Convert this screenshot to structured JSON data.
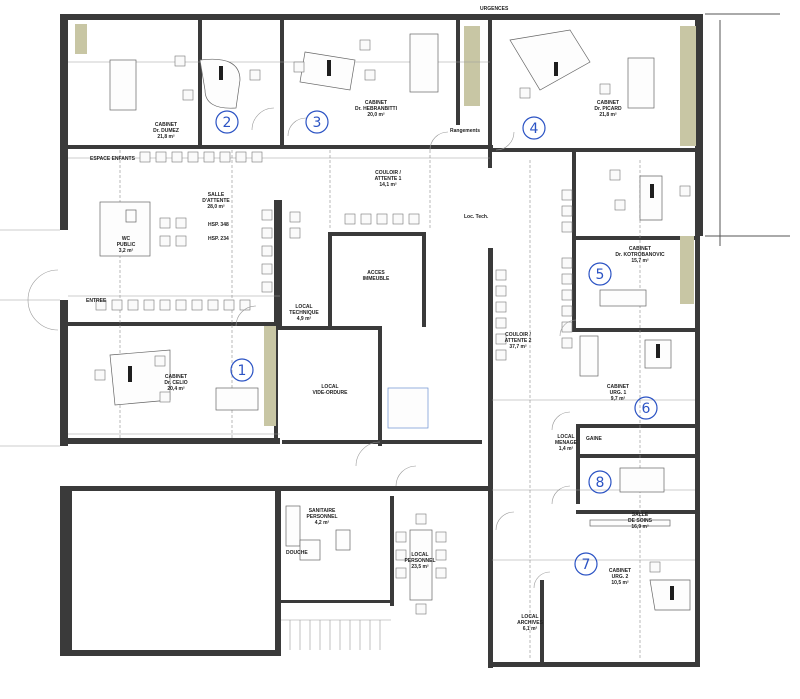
{
  "title_block": "URGENCES",
  "rooms": [
    {
      "id": "cab2",
      "name": "CABINET",
      "sub": "Dr. DUMEZ",
      "area": "21,8 m²",
      "number": "2"
    },
    {
      "id": "cab3",
      "name": "CABINET",
      "sub": "Dr. HEBRANBITTI",
      "area": "20,0 m²",
      "number": "3"
    },
    {
      "id": "cab4",
      "name": "CABINET",
      "sub": "Dr. PICARD",
      "area": "21,8 m²",
      "number": "4"
    },
    {
      "id": "cab5",
      "name": "CABINET",
      "sub": "Dr. KOTROBANOVIC",
      "area": "15,7 m²",
      "number": "5"
    },
    {
      "id": "cab6",
      "name": "CABINET",
      "sub": "URG. 1",
      "area": "9,7 m²",
      "number": "6"
    },
    {
      "id": "cab1",
      "name": "CABINET",
      "sub": "Dr. CELIO",
      "area": "20,4 m²",
      "number": "1"
    },
    {
      "id": "cab7",
      "name": "CABINET",
      "sub": "URG. 2",
      "area": "10,5 m²",
      "number": "7"
    },
    {
      "id": "soins",
      "name": "SALLE",
      "sub": "DE SOINS",
      "area": "16,9 m²",
      "number": "8"
    },
    {
      "id": "attente",
      "name": "SALLE",
      "sub": "D'ATTENTE",
      "area": "28,0 m²",
      "number": ""
    },
    {
      "id": "couloir1",
      "name": "COULOIR /",
      "sub": "ATTENTE 1",
      "area": "14,1 m²",
      "number": ""
    },
    {
      "id": "couloir2",
      "name": "COULOIR /",
      "sub": "ATTENTE 2",
      "area": "37,7 m²",
      "number": ""
    },
    {
      "id": "wcpublic",
      "name": "WC",
      "sub": "PUBLIC",
      "area": "3,2 m²",
      "number": ""
    },
    {
      "id": "techlocal",
      "name": "LOCAL",
      "sub": "TECHNIQUE",
      "area": "4,9 m²",
      "number": ""
    },
    {
      "id": "hors",
      "name": "LOCAL",
      "sub": "VIDE-ORDURE",
      "area": "",
      "number": ""
    },
    {
      "id": "accesimm",
      "name": "ACCES",
      "sub": "IMMEUBLE",
      "area": "",
      "number": ""
    },
    {
      "id": "sanitaire",
      "name": "SANITAIRE",
      "sub": "PERSONNEL",
      "area": "4,2 m²",
      "number": ""
    },
    {
      "id": "localpers",
      "name": "LOCAL",
      "sub": "PERSONNEL",
      "area": "23,5 m²",
      "number": ""
    },
    {
      "id": "menage",
      "name": "LOCAL",
      "sub": "MENAGE",
      "area": "1,4 m²",
      "number": ""
    },
    {
      "id": "archives",
      "name": "LOCAL",
      "sub": "ARCHIVES",
      "area": "6,1 m²",
      "number": ""
    }
  ],
  "labels": {
    "espace_enfants": "ESPACE ENFANTS",
    "entree": "ENTREE",
    "rangements": "Rangements",
    "loc_tech": "Loc. Tech.",
    "hsp1": "HSP. 348",
    "hsp2": "HSP. 234",
    "gaine": "GAINE",
    "douche": "DOUCHE"
  }
}
